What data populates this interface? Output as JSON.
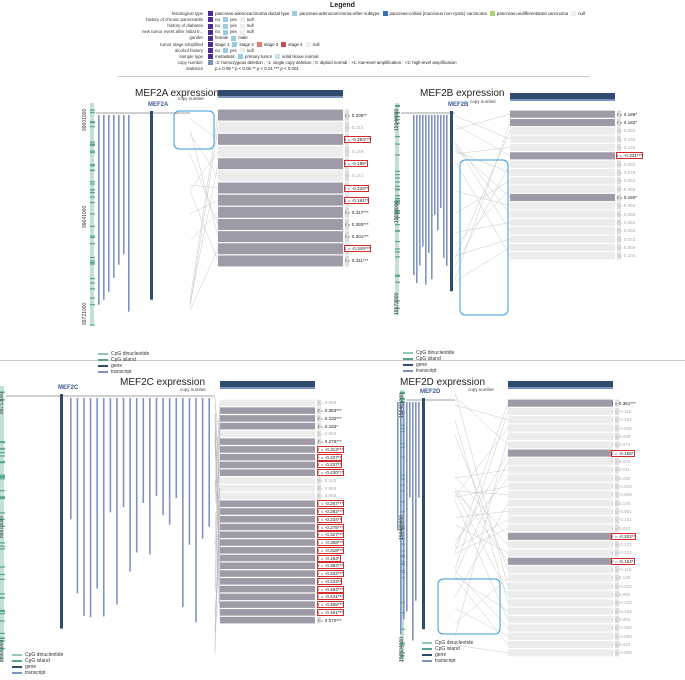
{
  "legend": {
    "title": "Legend",
    "rows": [
      {
        "label": "histological type",
        "items": [
          {
            "text": "pancreas-adenocarcinoma ductal type",
            "color": "#4b2c91"
          },
          {
            "text": "pancreas-adenocarcinoma-other subtype",
            "color": "#9ecae1"
          },
          {
            "text": "pancreas-colloid (mucinous non-cystic) carcinoma",
            "color": "#3a6fb0"
          },
          {
            "text": "pancreas-undifferentiated carcinoma",
            "color": "#a6d96a"
          },
          {
            "text": "null",
            "color": "#eeeeee"
          }
        ]
      },
      {
        "label": "history of chronic pancreatitis",
        "items": [
          {
            "text": "no",
            "color": "#4b2c91"
          },
          {
            "text": "yes",
            "color": "#9ecae1"
          },
          {
            "text": "null",
            "color": "#eeeeee"
          }
        ]
      },
      {
        "label": "history of diabetes",
        "items": [
          {
            "text": "no",
            "color": "#4b2c91"
          },
          {
            "text": "yes",
            "color": "#9ecae1"
          },
          {
            "text": "null",
            "color": "#eeeeee"
          }
        ]
      },
      {
        "label": "new tumor event after initial tr...",
        "items": [
          {
            "text": "no",
            "color": "#4b2c91"
          },
          {
            "text": "yes",
            "color": "#9ecae1"
          },
          {
            "text": "null",
            "color": "#eeeeee"
          }
        ]
      },
      {
        "label": "gender",
        "items": [
          {
            "text": "female",
            "color": "#4b2c91"
          },
          {
            "text": "male",
            "color": "#9ecae1"
          }
        ]
      },
      {
        "label": "tumor stage simplified",
        "items": [
          {
            "text": "stage 1",
            "color": "#4b2c91"
          },
          {
            "text": "stage 2",
            "color": "#9ecae1"
          },
          {
            "text": "stage 3",
            "color": "#e07b7b"
          },
          {
            "text": "stage 4",
            "color": "#c44e52"
          },
          {
            "text": "null",
            "color": "#eeeeee"
          }
        ]
      },
      {
        "label": "alcohol history",
        "items": [
          {
            "text": "no",
            "color": "#4b2c91"
          },
          {
            "text": "yes",
            "color": "#9ecae1"
          },
          {
            "text": "null",
            "color": "#eeeeee"
          }
        ]
      },
      {
        "label": "sample type",
        "items": [
          {
            "text": "metastatic",
            "color": "#4b2c91"
          },
          {
            "text": "primary tumor",
            "color": "#9ecae1"
          },
          {
            "text": "solid tissue normal",
            "color": "#c6e3f2"
          }
        ]
      },
      {
        "label": "copy number",
        "items": [
          {
            "text": "-2: homozygous deletion ; -1: single copy deletion ; 0: diploid normal ; +1: low-level amplification ; +2: high-level amplification",
            "color": "#7b8fb5"
          }
        ]
      },
      {
        "label": "statistics",
        "items": [
          {
            "text": "p ≥ 0.05    * p < 0.05    ** p < 0.01    *** p < 0.001",
            "color": "#ffffff"
          }
        ]
      }
    ]
  },
  "panels": [
    {
      "title": "MEF2A expression",
      "copy_number_label": "copy number",
      "gene_label": "MEF2A",
      "coords": [
        "99601000",
        "99641000",
        "99721000"
      ],
      "r_values": [
        {
          "text": "r = 0.209**",
          "sig": true,
          "boxed": false
        },
        {
          "text": "r = 0.313",
          "sig": false,
          "boxed": false
        },
        {
          "text": "r = -0.283***",
          "sig": true,
          "boxed": true
        },
        {
          "text": "r = 0.148",
          "sig": false,
          "boxed": false
        },
        {
          "text": "r = -0.185*",
          "sig": true,
          "boxed": true
        },
        {
          "text": "r = 0.141",
          "sig": false,
          "boxed": false
        },
        {
          "text": "r = -0.226**",
          "sig": true,
          "boxed": true
        },
        {
          "text": "r = -0.191**",
          "sig": true,
          "boxed": true
        },
        {
          "text": "r = 0.317***",
          "sig": true,
          "boxed": false
        },
        {
          "text": "r = 0.393***",
          "sig": true,
          "boxed": false
        },
        {
          "text": "r = 0.301***",
          "sig": true,
          "boxed": false
        },
        {
          "text": "r = -0.349***",
          "sig": true,
          "boxed": true
        },
        {
          "text": "r = 0.311***",
          "sig": true,
          "boxed": false
        }
      ],
      "bottom_legend": [
        "CpG dinucleotide",
        "CpG island",
        "gene",
        "transcript"
      ]
    },
    {
      "title": "MEF2B expression",
      "copy_number_label": "copy number",
      "gene_label": "MEF2B",
      "coords": [
        "19144000",
        "19159000",
        "19172000"
      ],
      "r_values": [
        {
          "text": "r = 0.189*",
          "sig": true,
          "boxed": false
        },
        {
          "text": "r = 0.182*",
          "sig": true,
          "boxed": false
        },
        {
          "text": "r = 0.092",
          "sig": false,
          "boxed": false
        },
        {
          "text": "r = 0.130",
          "sig": false,
          "boxed": false
        },
        {
          "text": "r = 0.119",
          "sig": false,
          "boxed": false
        },
        {
          "text": "r = -0.331***",
          "sig": true,
          "boxed": true
        },
        {
          "text": "r = 0.092",
          "sig": false,
          "boxed": false
        },
        {
          "text": "r = 0.075",
          "sig": false,
          "boxed": false
        },
        {
          "text": "r = 0.052",
          "sig": false,
          "boxed": false
        },
        {
          "text": "r = 0.089",
          "sig": false,
          "boxed": false
        },
        {
          "text": "r = 0.180*",
          "sig": true,
          "boxed": false
        },
        {
          "text": "r = 0.062",
          "sig": false,
          "boxed": false
        },
        {
          "text": "r = 0.055",
          "sig": false,
          "boxed": false
        },
        {
          "text": "r = 0.064",
          "sig": false,
          "boxed": false
        },
        {
          "text": "r = 0.092",
          "sig": false,
          "boxed": false
        },
        {
          "text": "r = 0.072",
          "sig": false,
          "boxed": false
        },
        {
          "text": "r = 0.059",
          "sig": false,
          "boxed": false
        },
        {
          "text": "r = 0.102",
          "sig": false,
          "boxed": false
        }
      ],
      "bottom_legend": [
        "CpG dinucleotide",
        "CpG island",
        "gene",
        "transcript"
      ]
    },
    {
      "title": "MEF2C expression",
      "copy_number_label": "copy number",
      "gene_label": "MEF2C",
      "coords": [
        "88713000",
        "88813000",
        "88909000"
      ],
      "r_values": [
        {
          "text": "r = 0.085",
          "sig": false,
          "boxed": false
        },
        {
          "text": "r = 0.353***",
          "sig": true,
          "boxed": false
        },
        {
          "text": "r = 0.232***",
          "sig": true,
          "boxed": false
        },
        {
          "text": "r = 0.183*",
          "sig": true,
          "boxed": false
        },
        {
          "text": "r = 0.062",
          "sig": false,
          "boxed": false
        },
        {
          "text": "r = 0.276***",
          "sig": true,
          "boxed": false
        },
        {
          "text": "r = -0.313***",
          "sig": true,
          "boxed": true
        },
        {
          "text": "r = -0.227**",
          "sig": true,
          "boxed": true
        },
        {
          "text": "r = -0.237**",
          "sig": true,
          "boxed": true
        },
        {
          "text": "r = -0.430***",
          "sig": true,
          "boxed": true
        },
        {
          "text": "r = 0.122",
          "sig": false,
          "boxed": false
        },
        {
          "text": "r = 0.054",
          "sig": false,
          "boxed": false
        },
        {
          "text": "r = 0.066",
          "sig": false,
          "boxed": false
        },
        {
          "text": "r = -0.267***",
          "sig": true,
          "boxed": true
        },
        {
          "text": "r = -0.282***",
          "sig": true,
          "boxed": true
        },
        {
          "text": "r = -0.234**",
          "sig": true,
          "boxed": true
        },
        {
          "text": "r = -0.278***",
          "sig": true,
          "boxed": true
        },
        {
          "text": "r = -0.327***",
          "sig": true,
          "boxed": true
        },
        {
          "text": "r = -0.358***",
          "sig": true,
          "boxed": true
        },
        {
          "text": "r = -0.318***",
          "sig": true,
          "boxed": true
        },
        {
          "text": "r = -0.184*",
          "sig": true,
          "boxed": true
        },
        {
          "text": "r = -0.383***",
          "sig": true,
          "boxed": true
        },
        {
          "text": "r = -0.332***",
          "sig": true,
          "boxed": true
        },
        {
          "text": "r = -0.223**",
          "sig": true,
          "boxed": true
        },
        {
          "text": "r = -0.494***",
          "sig": true,
          "boxed": true
        },
        {
          "text": "r = -0.431***",
          "sig": true,
          "boxed": true
        },
        {
          "text": "r = -0.465***",
          "sig": true,
          "boxed": true
        },
        {
          "text": "r = -0.461***",
          "sig": true,
          "boxed": true
        },
        {
          "text": "r = 0.570***",
          "sig": true,
          "boxed": false
        }
      ],
      "bottom_legend": [
        "CpG dinucleotide",
        "CpG island",
        "gene",
        "transcript"
      ]
    },
    {
      "title": "MEF2D expression",
      "copy_number_label": "copy number",
      "gene_label": "MEF2D",
      "coords": [
        "156461000",
        "156480000",
        "156504000"
      ],
      "r_values": [
        {
          "text": "r = 0.381***",
          "sig": true,
          "boxed": false
        },
        {
          "text": "r = -0.118",
          "sig": false,
          "boxed": false
        },
        {
          "text": "r = -0.102",
          "sig": false,
          "boxed": false
        },
        {
          "text": "r = -0.045",
          "sig": false,
          "boxed": false
        },
        {
          "text": "r = 0.038",
          "sig": false,
          "boxed": false
        },
        {
          "text": "r = 0.074",
          "sig": false,
          "boxed": false
        },
        {
          "text": "r = -0.156*",
          "sig": true,
          "boxed": true
        },
        {
          "text": "r = 0.036",
          "sig": false,
          "boxed": false
        },
        {
          "text": "r = 0.011",
          "sig": false,
          "boxed": false
        },
        {
          "text": "r = 0.032",
          "sig": false,
          "boxed": false
        },
        {
          "text": "r = -0.003",
          "sig": false,
          "boxed": false
        },
        {
          "text": "r = -0.009",
          "sig": false,
          "boxed": false
        },
        {
          "text": "r = 0.100",
          "sig": false,
          "boxed": false
        },
        {
          "text": "r = -0.001",
          "sig": false,
          "boxed": false
        },
        {
          "text": "r = -0.141",
          "sig": false,
          "boxed": false
        },
        {
          "text": "r = 0.010",
          "sig": false,
          "boxed": false
        },
        {
          "text": "r = -0.202**",
          "sig": true,
          "boxed": true
        },
        {
          "text": "r = -0.132",
          "sig": false,
          "boxed": false
        },
        {
          "text": "r = -0.122",
          "sig": false,
          "boxed": false
        },
        {
          "text": "r = -0.152*",
          "sig": true,
          "boxed": true
        },
        {
          "text": "r = -0.116",
          "sig": false,
          "boxed": false
        },
        {
          "text": "r = 0.128",
          "sig": false,
          "boxed": false
        },
        {
          "text": "r = -0.052",
          "sig": false,
          "boxed": false
        },
        {
          "text": "r = 0.063",
          "sig": false,
          "boxed": false
        },
        {
          "text": "r = -0.120",
          "sig": false,
          "boxed": false
        },
        {
          "text": "r = -0.105",
          "sig": false,
          "boxed": false
        },
        {
          "text": "r = 0.060",
          "sig": false,
          "boxed": false
        },
        {
          "text": "r = -0.052",
          "sig": false,
          "boxed": false
        },
        {
          "text": "r = -0.089",
          "sig": false,
          "boxed": false
        },
        {
          "text": "r = 0.023",
          "sig": false,
          "boxed": false
        },
        {
          "text": "r = -0.056",
          "sig": false,
          "boxed": false
        }
      ],
      "bottom_legend": [
        "CpG dinucleotide",
        "CpG island",
        "gene",
        "transcript"
      ]
    }
  ],
  "colors": {
    "accent_box": "#3a9ad9",
    "sig_box": "#d32a2a",
    "gene": "#2f4b6e",
    "transcript": "#7f93c2",
    "cpg_island": "#8fc9b2",
    "heat_dark": "#8e8898",
    "heat_light": "#ececec"
  }
}
